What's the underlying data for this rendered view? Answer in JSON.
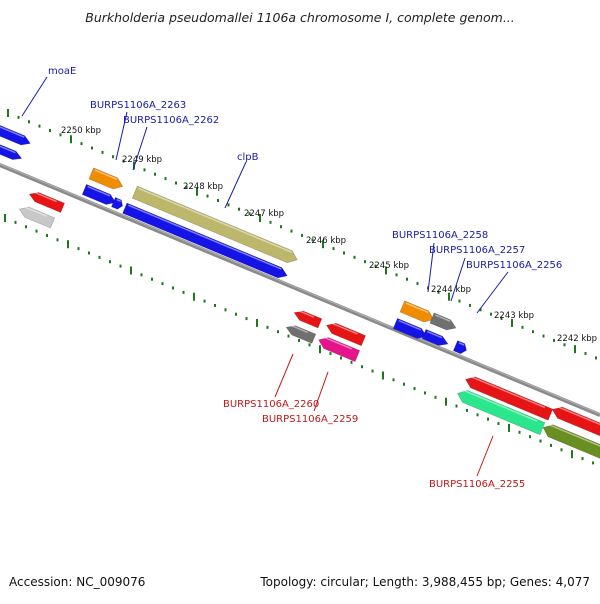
{
  "header": {
    "title": "Burkholderia pseudomallei 1106a chromosome I, complete genom..."
  },
  "footer": {
    "accession": "Accession: NC_009076",
    "summary": "Topology: circular; Length: 3,988,455 bp; Genes: 4,077"
  },
  "ticks": [
    "2250 kbp",
    "2249 kbp",
    "2248 kbp",
    "2247 kbp",
    "2246 kbp",
    "2245 kbp",
    "2244 kbp",
    "2243 kbp",
    "2242 kbp"
  ],
  "forward_labels": [
    "moaE",
    "BURPS1106A_2263",
    "BURPS1106A_2262",
    "clpB",
    "BURPS1106A_2258",
    "BURPS1106A_2257",
    "BURPS1106A_2256"
  ],
  "reverse_labels": [
    "BURPS1106A_2260",
    "BURPS1106A_2259",
    "BURPS1106A_2255"
  ],
  "colors": {
    "forward_label": "#1a1aa8",
    "reverse_label": "#c01818",
    "backbone": "#888888",
    "tick_dots": "#1a7a1a",
    "cds_blue": "#1414e6",
    "cds_red": "#e61414",
    "cds_orange": "#f08c00",
    "cds_khaki": "#bdb76b",
    "cds_gray": "#707070",
    "cds_lightgray": "#c8c8c8",
    "cds_magenta": "#e6148c",
    "cds_green": "#2ae68c",
    "cds_olive": "#6b8e23"
  }
}
